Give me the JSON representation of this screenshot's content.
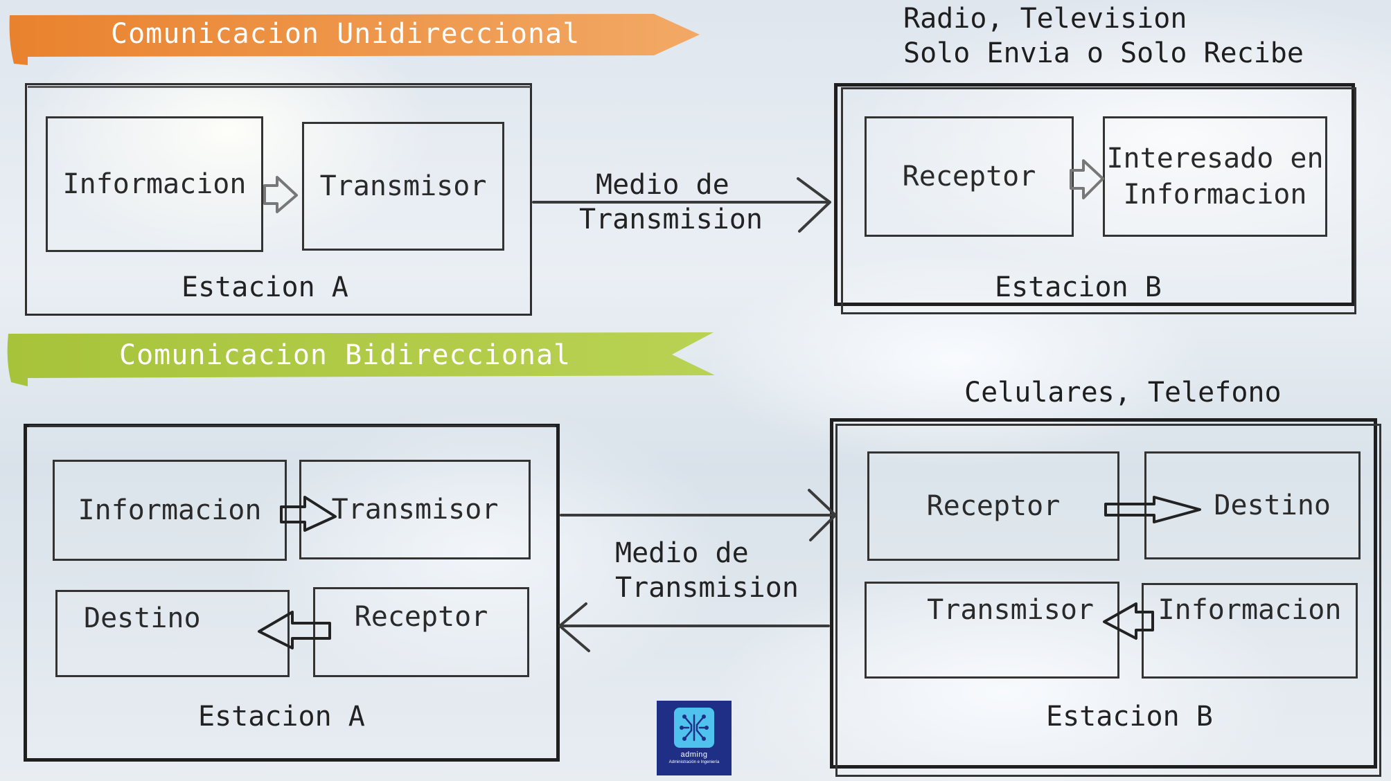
{
  "banners": {
    "unidirectional": "Comunicacion Unidireccional",
    "bidirectional": "Comunicacion Bidireccional"
  },
  "colors": {
    "orange_banner": "#ec8a38",
    "green_banner": "#a8c43c",
    "frame": "#2e2e2e"
  },
  "unidirectional": {
    "station_a": {
      "label": "Estacion A",
      "info": "Informacion",
      "transmitter": "Transmisor"
    },
    "medium": {
      "line1": "Medio de",
      "line2": "Transmision"
    },
    "station_b": {
      "label": "Estacion B",
      "receiver": "Receptor",
      "interested_line1": "Interesado en",
      "interested_line2": "Informacion"
    },
    "note_line1": "Radio, Television",
    "note_line2": "Solo Envia o Solo Recibe"
  },
  "bidirectional": {
    "station_a": {
      "label": "Estacion A",
      "info": "Informacion",
      "transmitter": "Transmisor",
      "destination": "Destino",
      "receiver": "Receptor"
    },
    "medium": {
      "line1": "Medio de",
      "line2": "Transmision"
    },
    "station_b": {
      "label": "Estacion B",
      "receiver": "Receptor",
      "destination": "Destino",
      "transmitter": "Transmisor",
      "info": "Informacion"
    },
    "note": "Celulares, Telefono"
  },
  "logo": {
    "name": "adming",
    "tagline": "Administración e Ingeniería",
    "icon": "circuit-icon"
  }
}
